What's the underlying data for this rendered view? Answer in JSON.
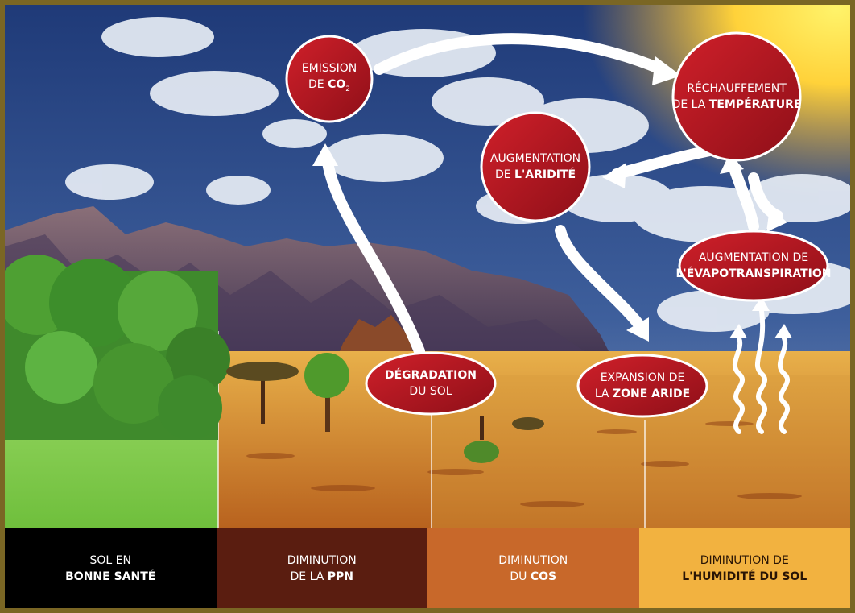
{
  "nodes": {
    "emission": {
      "line1": "EMISSION",
      "line2_prefix": "DE ",
      "line2_bold": "CO",
      "subscript": "2"
    },
    "warming": {
      "line1": "RÉCHAUFFEMENT",
      "line2_prefix": "DE LA ",
      "line2_bold": "TEMPÉRATURE"
    },
    "aridity": {
      "line1": "AUGMENTATION",
      "line2_prefix": "DE ",
      "line2_bold": "L'ARIDITÉ"
    },
    "evapo": {
      "line1": "AUGMENTATION DE",
      "line2_bold": "L'ÉVAPOTRANSPIRATION"
    },
    "degradation": {
      "line1_bold": "DÉGRADATION",
      "line2": "DU SOL"
    },
    "expansion": {
      "line1": "EXPANSION DE",
      "line2_prefix": "LA ",
      "line2_bold": "ZONE ARIDE"
    }
  },
  "bands": [
    {
      "line1": "SOL EN",
      "line2_prefix": "",
      "line2_bold": "BONNE SANTÉ",
      "color": "#000000",
      "text_color": "#ffffff"
    },
    {
      "line1": "DIMINUTION",
      "line2_prefix": "DE LA ",
      "line2_bold": "PPN",
      "color": "#5a1d10",
      "text_color": "#ffffff"
    },
    {
      "line1": "DIMINUTION",
      "line2_prefix": "DU ",
      "line2_bold": "COS",
      "color": "#c8682a",
      "text_color": "#ffffff"
    },
    {
      "line1": "DIMINUTION DE",
      "line2_prefix": "",
      "line2_bold": "L'HUMIDITÉ DU SOL",
      "color": "#f2b240",
      "text_color": "#2a1505"
    }
  ],
  "colors": {
    "node_fill": "#b3141f",
    "sky": "#2d4a86",
    "grass": "#8fd05a",
    "dry": "#d99a3a"
  }
}
